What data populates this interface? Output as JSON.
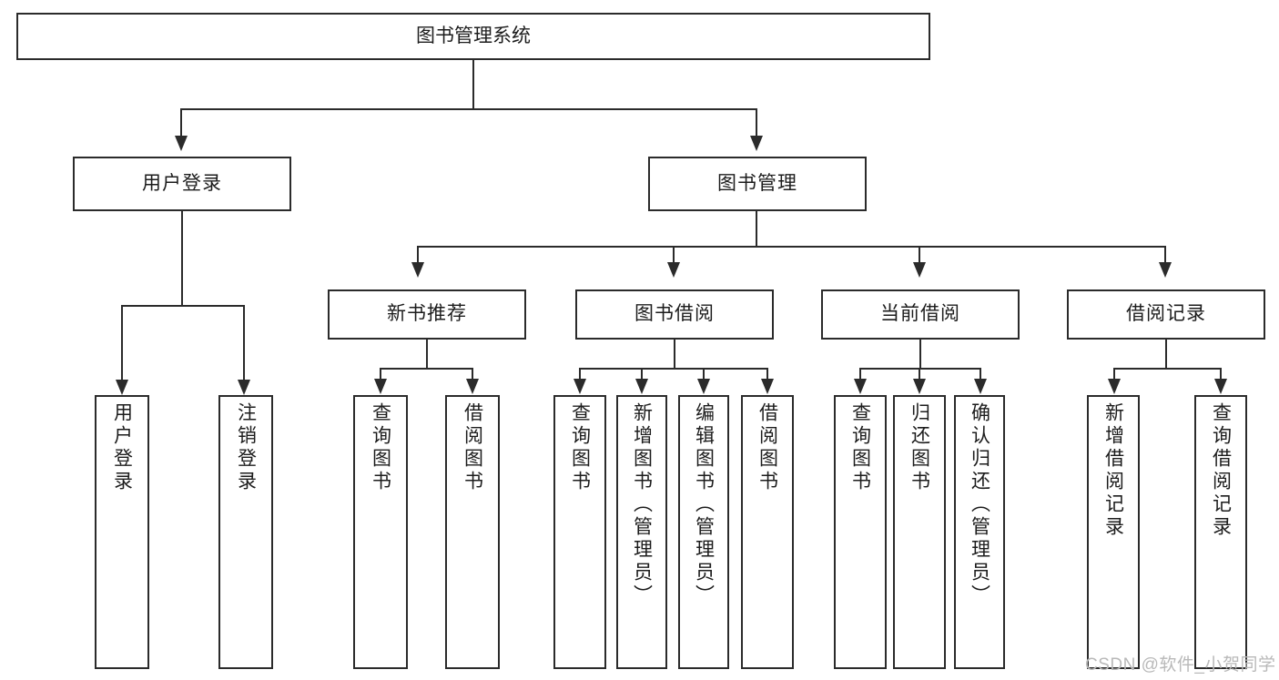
{
  "diagram": {
    "type": "tree-hierarchy",
    "title": "图书管理系统",
    "watermark": "CSDN @软件_小贺同学",
    "colors": {
      "box_border": "#2b2b2b",
      "box_fill": "#ffffff",
      "connector": "#2b2b2b",
      "text": "#1c1c1c",
      "watermark": "#b9b9b9",
      "background": "#ffffff"
    }
  },
  "root": {
    "label": "图书管理系统"
  },
  "level1": [
    {
      "id": "user-login",
      "label": "用户登录"
    },
    {
      "id": "book-management",
      "label": "图书管理"
    }
  ],
  "level2": [
    {
      "id": "new-book-recommend",
      "label": "新书推荐",
      "parent": "book-management"
    },
    {
      "id": "book-borrow",
      "label": "图书借阅",
      "parent": "book-management"
    },
    {
      "id": "current-borrow",
      "label": "当前借阅",
      "parent": "book-management"
    },
    {
      "id": "borrow-record",
      "label": "借阅记录",
      "parent": "book-management"
    }
  ],
  "leaves": {
    "user_login": [
      {
        "id": "leaf-user-login",
        "label": "用户登录"
      },
      {
        "id": "leaf-logout",
        "label": "注销登录"
      }
    ],
    "new_book_recommend": [
      {
        "id": "leaf-query-book-1",
        "label": "查询图书"
      },
      {
        "id": "leaf-borrow-book-1",
        "label": "借阅图书"
      }
    ],
    "book_borrow": [
      {
        "id": "leaf-query-book-2",
        "label": "查询图书"
      },
      {
        "id": "leaf-add-book",
        "label": "新增图书（管理员）"
      },
      {
        "id": "leaf-edit-book",
        "label": "编辑图书（管理员）"
      },
      {
        "id": "leaf-borrow-book-2",
        "label": "借阅图书"
      }
    ],
    "current_borrow": [
      {
        "id": "leaf-query-book-3",
        "label": "查询图书"
      },
      {
        "id": "leaf-return-book",
        "label": "归还图书"
      },
      {
        "id": "leaf-confirm-return",
        "label": "确认归还（管理员）"
      }
    ],
    "borrow_record": [
      {
        "id": "leaf-add-record",
        "label": "新增借阅记录"
      },
      {
        "id": "leaf-query-record",
        "label": "查询借阅记录"
      }
    ]
  }
}
